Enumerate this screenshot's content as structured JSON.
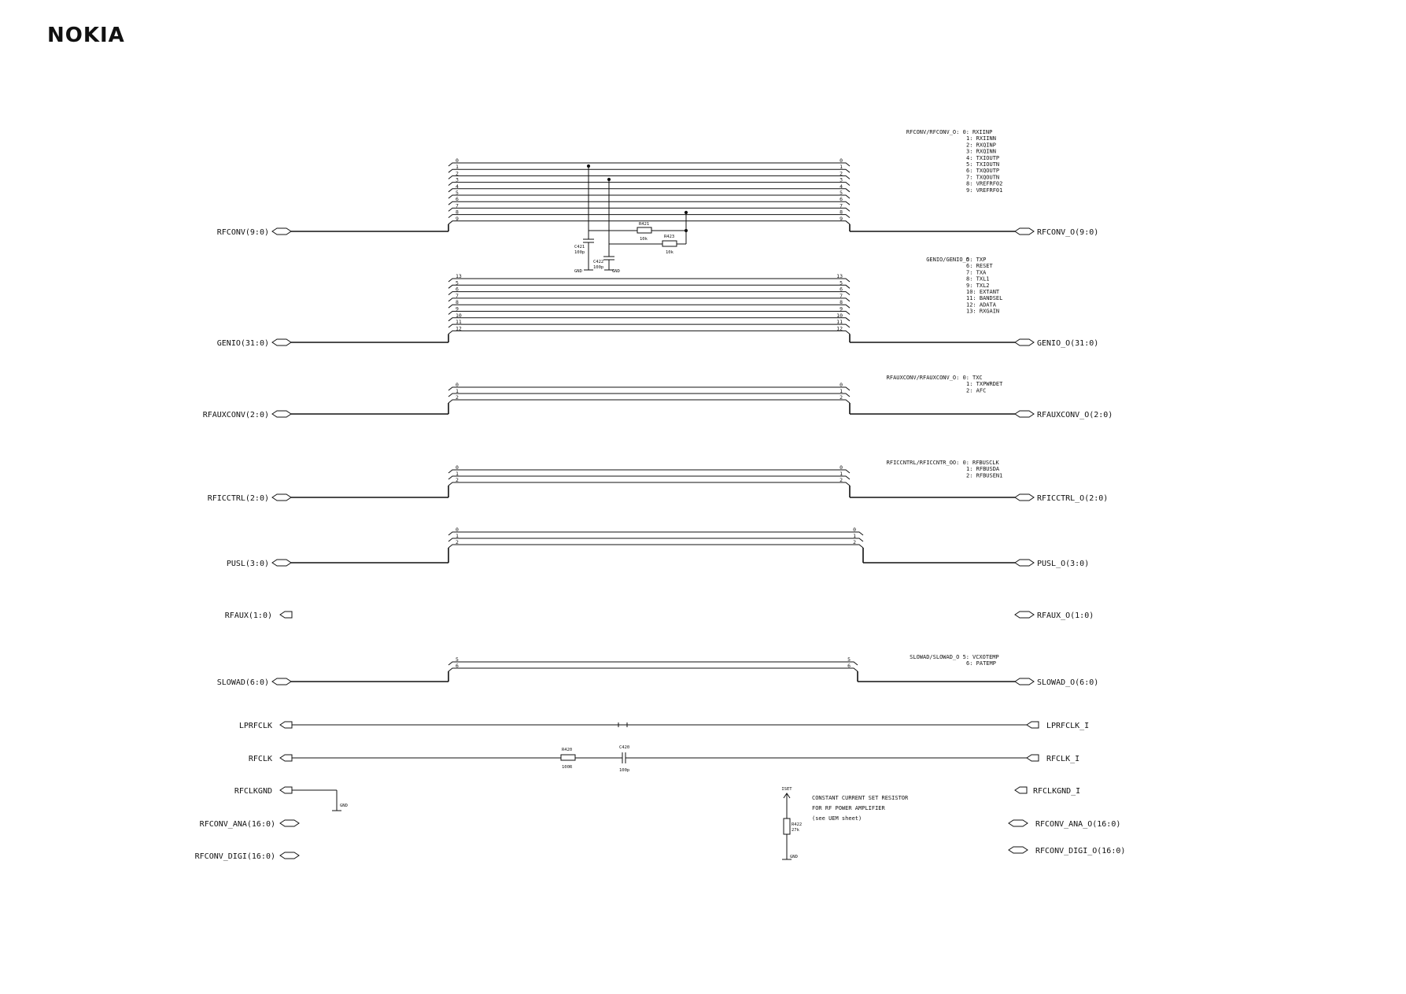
{
  "logo": "NOKIA",
  "bus_blocks": [
    {
      "id": "rfconv",
      "left_port": "RFCONV(9:0)",
      "right_port": "RFCONV_O(9:0)",
      "left_pins": [
        "0",
        "1",
        "2",
        "3",
        "4",
        "5",
        "6",
        "7",
        "8",
        "9"
      ],
      "right_pins": [
        "0",
        "1",
        "2",
        "3",
        "4",
        "5",
        "6",
        "7",
        "8",
        "9"
      ],
      "map_title": "RFCONV/RFCONV_O: 0:",
      "map_entries": [
        "RXIINP",
        "1: RXIINN",
        "2: RXQINP",
        "3: RXQINN",
        "4: TXIOUTP",
        "5: TXIOUTN",
        "6: TXQOUTP",
        "7: TXQOUTN",
        "8: VREFRF02",
        "9: VREFRF01"
      ]
    },
    {
      "id": "genio",
      "left_port": "GENIO(31:0)",
      "right_port": "GENIO_O(31:0)",
      "left_pins": [
        "13",
        "5",
        "6",
        "7",
        "8",
        "9",
        "10",
        "11",
        "12"
      ],
      "right_pins": [
        "13",
        "5",
        "6",
        "7",
        "8",
        "9",
        "10",
        "11",
        "12"
      ],
      "map_title": "GENIO/GENIO_O",
      "map_entries": [
        "5: TXP",
        "6: RESET",
        "7: TXA",
        "8: TXL1",
        "9: TXL2",
        "10: EXTANT",
        "11: BANDSEL",
        "12: ADATA",
        "13: RXGAIN"
      ]
    },
    {
      "id": "rfauxconv",
      "left_port": "RFAUXCONV(2:0)",
      "right_port": "RFAUXCONV_O(2:0)",
      "left_pins": [
        "0",
        "1",
        "2"
      ],
      "right_pins": [
        "0",
        "1",
        "2"
      ],
      "map_title": "RFAUXCONV/RFAUXCONV_O: 0:",
      "map_entries": [
        "TXC",
        "1: TXPWRDET",
        "2: AFC"
      ]
    },
    {
      "id": "rficctrl",
      "left_port": "RFICCTRL(2:0)",
      "right_port": "RFICCTRL_O(2:0)",
      "left_pins": [
        "0",
        "1",
        "2"
      ],
      "right_pins": [
        "0",
        "1",
        "2"
      ],
      "map_title": "RFICCNTRL/RFICCNTR_OO: 0:",
      "map_entries": [
        "RFBUSCLK",
        "1: RFBUSDA",
        "2: RFBUSEN1"
      ]
    },
    {
      "id": "pusl",
      "left_port": "PUSL(3:0)",
      "right_port": "PUSL_O(3:0)",
      "left_pins": [
        "0",
        "1",
        "2"
      ],
      "right_pins": [
        "0",
        "1",
        "2"
      ],
      "map_title": "",
      "map_entries": []
    },
    {
      "id": "slowad",
      "left_port": "SLOWAD(6:0)",
      "right_port": "SLOWAD_O(6:0)",
      "left_pins": [
        "5",
        "6"
      ],
      "right_pins": [
        "5",
        "6"
      ],
      "map_title": "SLOWAD/SLOWAD_O 5:",
      "map_entries": [
        "VCXOTEMP",
        "6: PATEMP"
      ]
    }
  ],
  "rfaux": {
    "left": "RFAUX(1:0)",
    "right": "RFAUX_O(1:0)"
  },
  "lprfclk": {
    "left": "LPRFCLK",
    "right": "LPRFCLK_I"
  },
  "rfclk": {
    "left": "RFCLK",
    "right": "RFCLK_I"
  },
  "rfclkgnd": {
    "left": "RFCLKGND",
    "right": "RFCLKGND_I",
    "gnd": "GND"
  },
  "rfconv_ana": {
    "left": "RFCONV_ANA(16:0)",
    "right": "RFCONV_ANA_O(16:0)"
  },
  "rfconv_digi": {
    "left": "RFCONV_DIGI(16:0)",
    "right": "RFCONV_DIGI_O(16:0)"
  },
  "components": {
    "c421": {
      "ref": "C421",
      "value": "100p",
      "gnd": "GND"
    },
    "c422": {
      "ref": "C422",
      "value": "100p",
      "gnd": "GND"
    },
    "r421": {
      "ref": "R421",
      "value": "10k"
    },
    "r423": {
      "ref": "R423",
      "value": "10k"
    },
    "r420": {
      "ref": "R420",
      "value": "100R"
    },
    "c420": {
      "ref": "C420",
      "value": "100p"
    },
    "r422": {
      "ref": "R422",
      "value": "27k",
      "top": "ISET",
      "gnd": "GND"
    }
  },
  "note": {
    "line1": "CONSTANT CURRENT SET RESISTOR",
    "line2": "FOR RF POWER AMPLIFIER",
    "line3": "(see UEM sheet)"
  }
}
